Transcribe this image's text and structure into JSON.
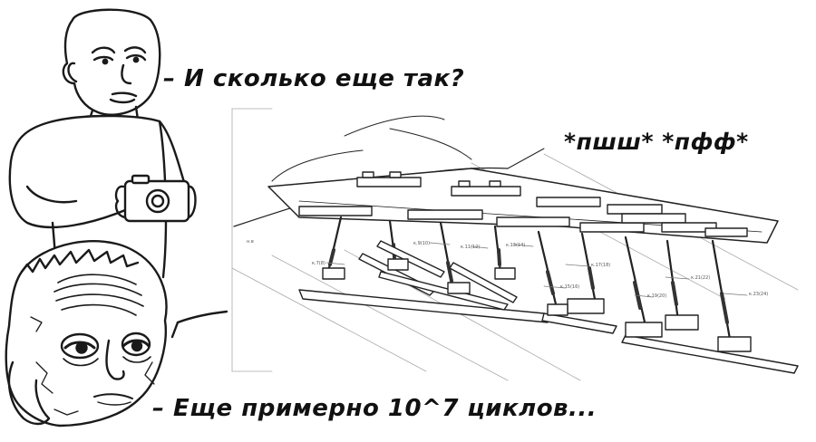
{
  "captions": {
    "question": "– И сколько еще так?",
    "sound": "*пшш* *пфф*",
    "answer": "– Еще примерно 10^7 циклов..."
  },
  "drawing_labels": [
    "к.9(10)",
    "к.11(12)",
    "к.13(14)",
    "к.7(8)",
    "к.17(18)",
    "к.15(16)",
    "к.21(22)",
    "к.19(20)",
    "к.23(24)",
    "н.в"
  ],
  "colors": {
    "line": "#1a1a1a",
    "background": "#ffffff",
    "text": "#111111"
  }
}
